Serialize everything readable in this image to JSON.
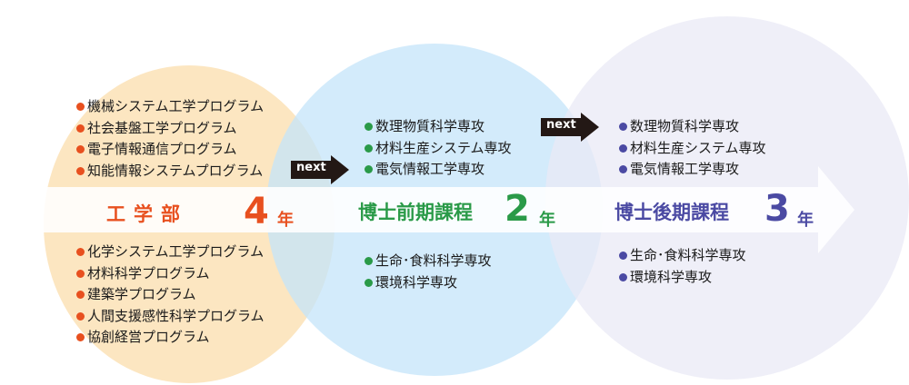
{
  "stages": [
    {
      "name": "工学部",
      "years": "4",
      "unit": "年",
      "top_items": [
        "機械システム工学プログラム",
        "社会基盤工学プログラム",
        "電子情報通信プログラム",
        "知能情報システムプログラム"
      ],
      "bottom_items": [
        "化学システム工学プログラム",
        "材料科学プログラム",
        "建築学プログラム",
        "人間支援感性科学プログラム",
        "協創経営プログラム"
      ]
    },
    {
      "name": "博士前期課程",
      "years": "2",
      "unit": "年",
      "top_items": [
        "数理物質科学専攻",
        "材料生産システム専攻",
        "電気情報工学専攻"
      ],
      "bottom_items": [
        "生命･食料科学専攻",
        "環境科学専攻"
      ]
    },
    {
      "name": "博士後期課程",
      "years": "3",
      "unit": "年",
      "top_items": [
        "数理物質科学専攻",
        "材料生産システム専攻",
        "電気情報工学専攻"
      ],
      "bottom_items": [
        "生命･食料科学専攻",
        "環境科学専攻"
      ]
    }
  ],
  "next_labels": [
    "next",
    "next"
  ],
  "colors": {
    "undergrad": "#e8501f",
    "master": "#2a9a48",
    "doctor": "#4b4aa3",
    "circle_undergrad": "#fbe0b2",
    "circle_master": "#c4e4fa",
    "circle_doctor": "#e9eaf6",
    "arrow": "#231815"
  }
}
